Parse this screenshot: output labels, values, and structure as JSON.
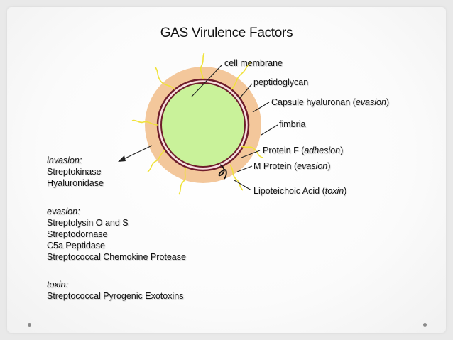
{
  "title": "GAS Virulence Factors",
  "labels": {
    "cell_membrane": "cell membrane",
    "peptidoglycan": "peptidoglycan",
    "capsule": "Capsule hyaluronan (",
    "capsule_em": "evasion",
    "capsule_end": ")",
    "fimbria": "fimbria",
    "protein_f": "Protein F (",
    "protein_f_em": "adhesion",
    "protein_f_end": ")",
    "m_protein": "M Protein (",
    "m_protein_em": "evasion",
    "m_protein_end": ")",
    "lipoteichoic": "Lipoteichoic Acid (",
    "lipoteichoic_em": "toxin",
    "lipoteichoic_end": ")"
  },
  "groups": [
    {
      "heading": "invasion:",
      "items": [
        "Streptokinase",
        "Hyaluronidase"
      ]
    },
    {
      "heading": "evasion:",
      "items": [
        "Streptolysin O and S",
        "Streptodornase",
        "C5a Peptidase",
        "Streptococcal Chemokine Protease"
      ]
    },
    {
      "heading": "toxin:",
      "items": [
        "Streptococcal Pyrogenic Exotoxins"
      ]
    }
  ],
  "colors": {
    "cell": "#c9f29a",
    "capsule": "#f3c79b",
    "membrane": "#6e1d2b",
    "fimbria": "#f0e23a"
  }
}
